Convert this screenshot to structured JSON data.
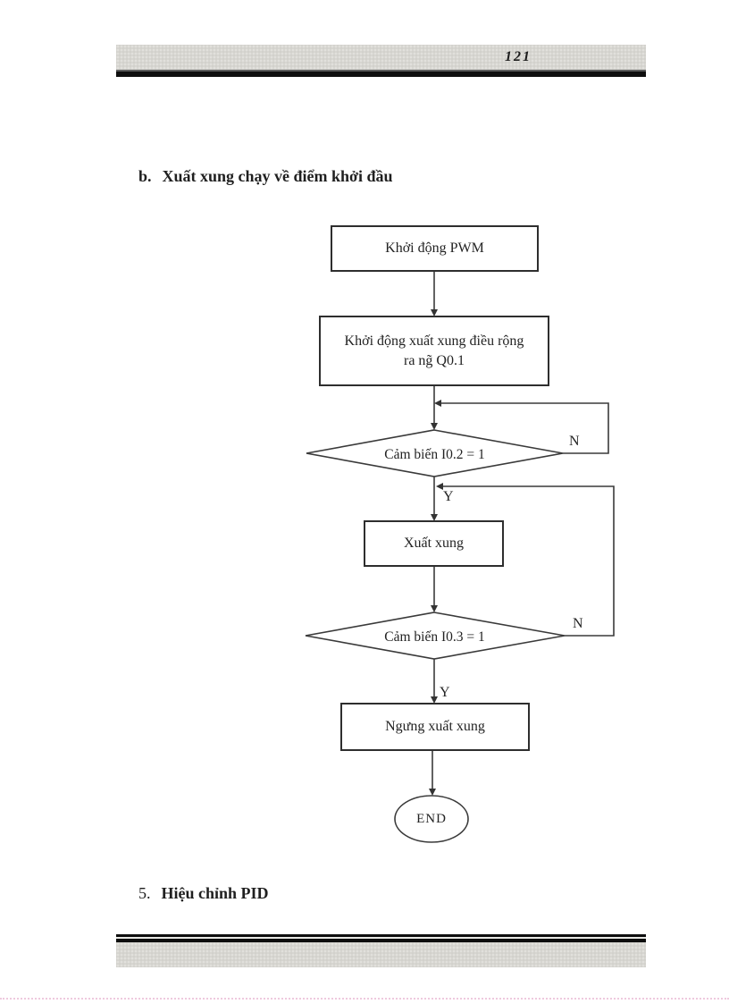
{
  "page": {
    "number": "121"
  },
  "headings": {
    "item_b": {
      "marker": "b.",
      "text": "Xuất xung chạy về điểm khởi đầu"
    },
    "item_5": {
      "marker": "5.",
      "text": "Hiệu chỉnh PID"
    }
  },
  "flowchart": {
    "nodes": {
      "start_pwm": "Khởi động PWM",
      "init_pulse_line1": "Khởi động xuất xung điều rộng",
      "init_pulse_line2": "ra ng̃ Q0.1",
      "decision1": "Cảm biến I0.2 = 1",
      "output_pulse": "Xuất xung",
      "decision2": "Cảm biến I0.3 = 1",
      "stop_pulse": "Ngưng xuất xung",
      "end": "END"
    },
    "labels": {
      "no1": "N",
      "yes1": "Y",
      "no2": "N",
      "yes2": "Y"
    }
  },
  "colors": {
    "ink": "#262626",
    "line": "#3a3a3a",
    "band_gray": "#d7d6d1",
    "dotted_line": "#eec9de"
  }
}
